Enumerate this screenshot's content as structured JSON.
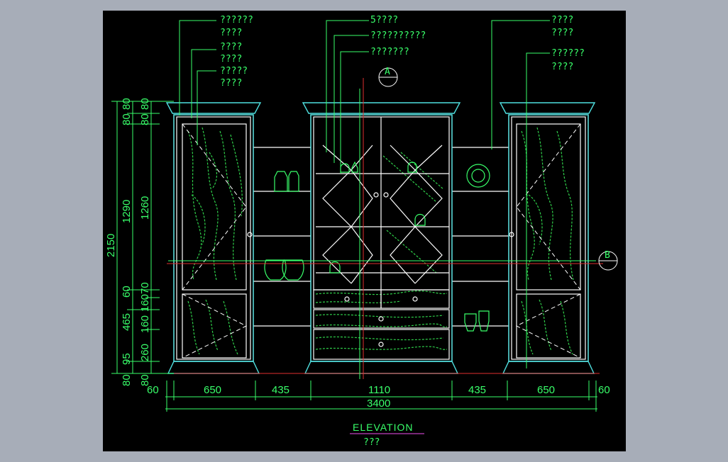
{
  "drawing": {
    "title": "ELEVATION",
    "subtitle": "???",
    "section_marks": {
      "a": "A",
      "b": "B"
    }
  },
  "callouts_left": [
    {
      "line1": "??????",
      "line2": "????"
    },
    {
      "line1": "????",
      "line2": "????"
    },
    {
      "line1": "?????",
      "line2": "????"
    }
  ],
  "callouts_center": [
    {
      "line1": "5????"
    },
    {
      "line1": "??????????"
    },
    {
      "line1": "???????"
    }
  ],
  "callouts_right": [
    {
      "line1": "????",
      "line2": "????"
    },
    {
      "line1": "??????",
      "line2": "????"
    }
  ],
  "dimensions_bottom": [
    "60",
    "650",
    "435",
    "1110",
    "435",
    "650",
    "60"
  ],
  "dimension_total": "3400",
  "dimensions_left_outer": [
    "80",
    "80",
    "1290",
    "60",
    "465",
    "95",
    "80"
  ],
  "dimensions_left_inner": [
    "80",
    "80",
    "1260",
    "70",
    "160",
    "160",
    "260",
    "80"
  ],
  "dimension_height": "2150",
  "colors": {
    "background": "#000000",
    "linework": "#ffffff",
    "cyan": "#4fe0e0",
    "green": "#39ff6a",
    "red": "#e03030",
    "magenta": "#c040c0"
  }
}
